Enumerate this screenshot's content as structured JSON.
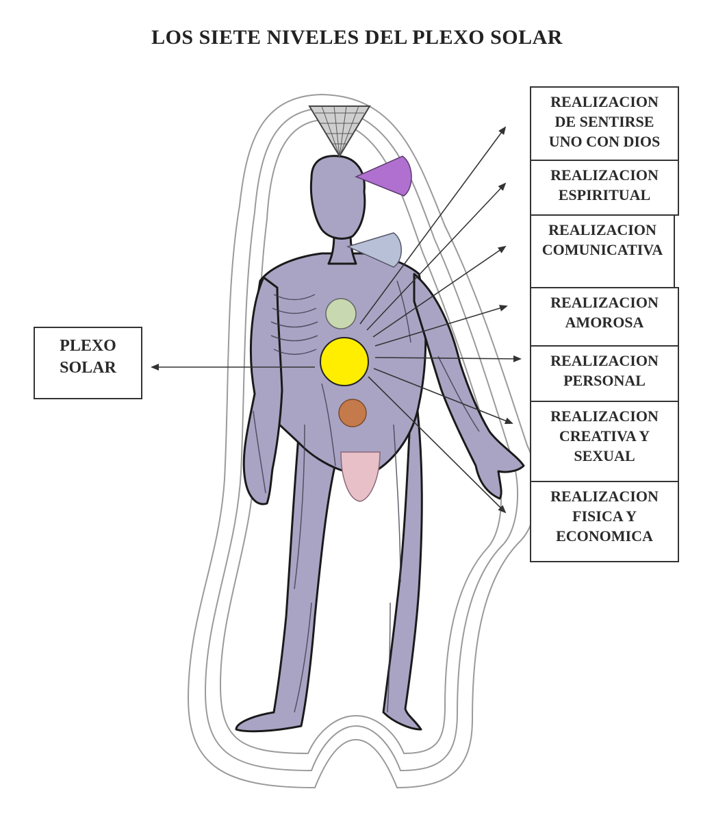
{
  "title": "LOS SIETE NIVELES DEL PLEXO SOLAR",
  "plexo": {
    "lines": [
      "PLEXO",
      "SOLAR"
    ]
  },
  "levels": [
    {
      "lines": [
        "REALIZACION",
        "DE SENTIRSE",
        "UNO CON DIOS"
      ]
    },
    {
      "lines": [
        "REALIZACION",
        "ESPIRITUAL"
      ]
    },
    {
      "lines": [
        "REALIZACION",
        "COMUNICATIVA"
      ]
    },
    {
      "lines": [
        "REALIZACION",
        "AMOROSA"
      ]
    },
    {
      "lines": [
        "REALIZACION",
        "PERSONAL"
      ]
    },
    {
      "lines": [
        "REALIZACION",
        "CREATIVA Y",
        "SEXUAL"
      ]
    },
    {
      "lines": [
        "REALIZACION",
        "FISICA Y",
        "ECONOMICA"
      ]
    }
  ],
  "colors": {
    "body_fill": "#a9a4c4",
    "aura_stroke": "#9a9a9a",
    "solar_plexus": "#ffee00",
    "crown_chakra": "#cfcfcf",
    "third_eye": "#b070d0",
    "throat": "#b8c0d8",
    "heart": "#c8d8b0",
    "sacral": "#c47a4a",
    "root": "#e7c0c8"
  },
  "icons": {
    "solar_plexus": "yellow-circle",
    "figure": "human-body-anatomy"
  }
}
